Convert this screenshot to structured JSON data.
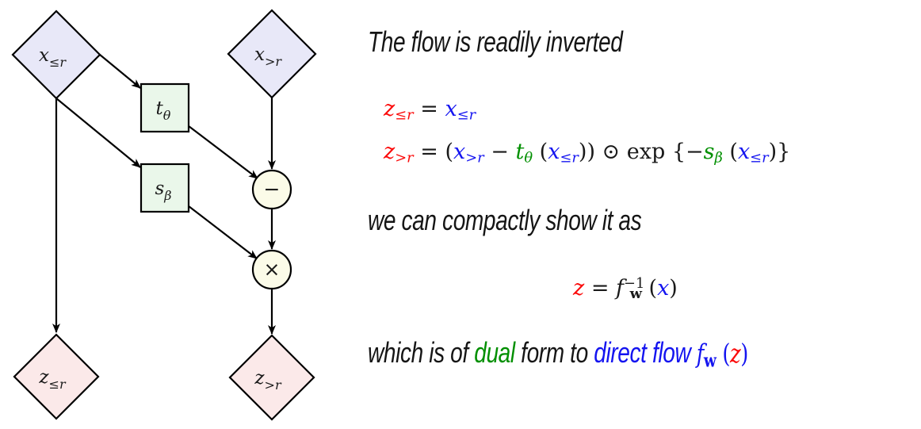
{
  "palette": {
    "red": "#fb0a0a",
    "blue": "#1414f0",
    "green": "#008f00",
    "black": "#1a1a1a"
  },
  "diagram": {
    "colors": {
      "input_fill": "#e8e8f8",
      "func_fill": "#eaf7ea",
      "op_fill": "#fbfbe8",
      "output_fill": "#fbe9e9",
      "stroke": "#000000"
    },
    "nodes": {
      "x_le": {
        "base": "x",
        "sub": "≤r"
      },
      "x_gt": {
        "base": "x",
        "sub": ">r"
      },
      "t_net": {
        "base": "t",
        "sub": "θ"
      },
      "s_net": {
        "base": "s",
        "sub": "β"
      },
      "minus_op": {
        "symbol": "−"
      },
      "times_op": {
        "symbol": "×"
      },
      "z_le": {
        "base": "z",
        "sub": "≤r"
      },
      "z_gt": {
        "base": "z",
        "sub": ">r"
      }
    }
  },
  "text": {
    "line1": "The flow is readily inverted",
    "line3": "we can compactly show it as"
  },
  "equations": {
    "eq1": [
      {
        "t": "z",
        "math": true,
        "color": "red"
      },
      {
        "t": "≤r",
        "math": true,
        "sub": true,
        "color": "red"
      },
      {
        "t": " = ",
        "up": true
      },
      {
        "t": "x",
        "math": true,
        "color": "blue"
      },
      {
        "t": "≤r",
        "math": true,
        "sub": true,
        "color": "blue"
      }
    ],
    "eq2": [
      {
        "t": "z",
        "math": true,
        "color": "red"
      },
      {
        "t": ">r",
        "math": true,
        "sub": true,
        "color": "red"
      },
      {
        "t": " = (",
        "up": true
      },
      {
        "t": "x",
        "math": true,
        "color": "blue"
      },
      {
        "t": ">r",
        "math": true,
        "sub": true,
        "color": "blue"
      },
      {
        "t": " − ",
        "up": true
      },
      {
        "t": "t",
        "math": true,
        "color": "green"
      },
      {
        "t": "θ",
        "math": true,
        "sub": true,
        "color": "green"
      },
      {
        "t": " (",
        "up": true
      },
      {
        "t": "x",
        "math": true,
        "color": "blue"
      },
      {
        "t": "≤r",
        "math": true,
        "sub": true,
        "color": "blue"
      },
      {
        "t": ")) ⊙ exp {−",
        "up": true
      },
      {
        "t": "s",
        "math": true,
        "color": "green"
      },
      {
        "t": "β",
        "math": true,
        "sub": true,
        "color": "green"
      },
      {
        "t": " (",
        "up": true
      },
      {
        "t": "x",
        "math": true,
        "color": "blue"
      },
      {
        "t": "≤r",
        "math": true,
        "sub": true,
        "color": "blue"
      },
      {
        "t": ")}",
        "up": true
      }
    ],
    "eq3": [
      {
        "t": "z",
        "math": true,
        "color": "red"
      },
      {
        "t": " = ",
        "up": true
      },
      {
        "t": "f",
        "math": true
      },
      {
        "t": "−1",
        "sup": true,
        "up": true
      },
      {
        "t": "w",
        "sub": true,
        "bold": true,
        "back": true
      },
      {
        "t": " (",
        "up": true
      },
      {
        "t": "x",
        "math": true,
        "color": "blue"
      },
      {
        "t": ")",
        "up": true
      }
    ],
    "line5": [
      {
        "t": "which is of ",
        "text": true
      },
      {
        "t": "dual",
        "text": true,
        "color": "green"
      },
      {
        "t": " form to ",
        "text": true
      },
      {
        "t": "direct flow ",
        "text": true,
        "color": "blue"
      },
      {
        "t": "f",
        "math": true,
        "color": "blue"
      },
      {
        "t": "w",
        "sub": true,
        "bold": true,
        "color": "blue"
      },
      {
        "t": " (",
        "up": true,
        "color": "blue"
      },
      {
        "t": "z",
        "math": true,
        "color": "red"
      },
      {
        "t": ")",
        "up": true,
        "color": "blue"
      }
    ]
  }
}
